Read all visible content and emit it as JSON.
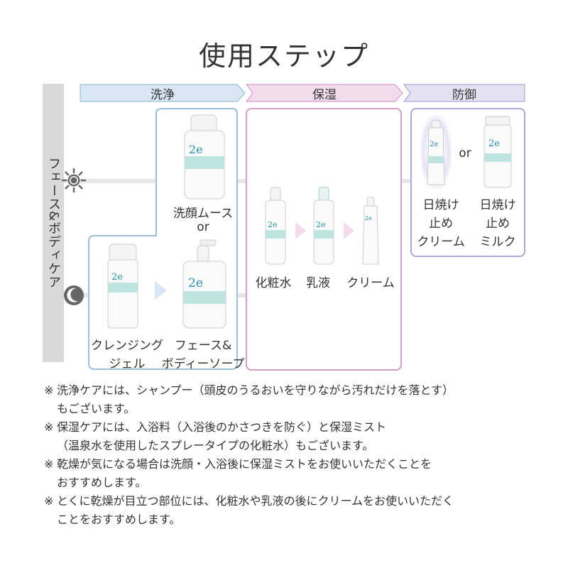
{
  "title": "使用ステップ",
  "sidebar_label": "フェース&ボディケア",
  "icons": {
    "day": "sun-icon",
    "night": "moon-icon"
  },
  "brand_text": "2e",
  "colors": {
    "cleanse": "#d8e6f4",
    "cleanse_border": "#9cc0dc",
    "moisturize": "#f2dcec",
    "moisturize_border": "#d59ccd",
    "protect": "#e3e0f1",
    "protect_border": "#ada6d6"
  },
  "steps": {
    "cleanse": "洗浄",
    "moisturize": "保湿",
    "protect": "防御"
  },
  "products": {
    "mousse": "洗顔ムース",
    "or1": "or",
    "cleansing_gel_line1": "クレンジング",
    "cleansing_gel_line2": "ジェル",
    "soap_line1": "フェース&",
    "soap_line2": "ボディーソープ",
    "lotion": "化粧水",
    "milk": "乳液",
    "cream": "クリーム",
    "or2": "or",
    "sun_cream_line1": "日焼け",
    "sun_cream_line2": "止め",
    "sun_cream_line3": "クリーム",
    "sun_milk_line1": "日焼け",
    "sun_milk_line2": "止め",
    "sun_milk_line3": "ミルク"
  },
  "notes": [
    {
      "mark": "※",
      "lines": [
        "洗浄ケアには、シャンプー（頭皮のうるおいを守りながら汚れだけを落とす）",
        "もございます。"
      ]
    },
    {
      "mark": "※",
      "lines": [
        "保湿ケアには、入浴料（入浴後のかさつきを防ぐ）と保湿ミスト",
        "（温泉水を使用したスプレータイプの化粧水）もございます。"
      ]
    },
    {
      "mark": "※",
      "lines": [
        "乾燥が気になる場合は洗顔・入浴後に保湿ミストをお使いいただくことを",
        "おすすめします。"
      ]
    },
    {
      "mark": "※",
      "lines": [
        "とくに乾燥が目立つ部位には、化粧水や乳液の後にクリームをお使いいただく",
        "ことをおすすめします。"
      ]
    }
  ]
}
